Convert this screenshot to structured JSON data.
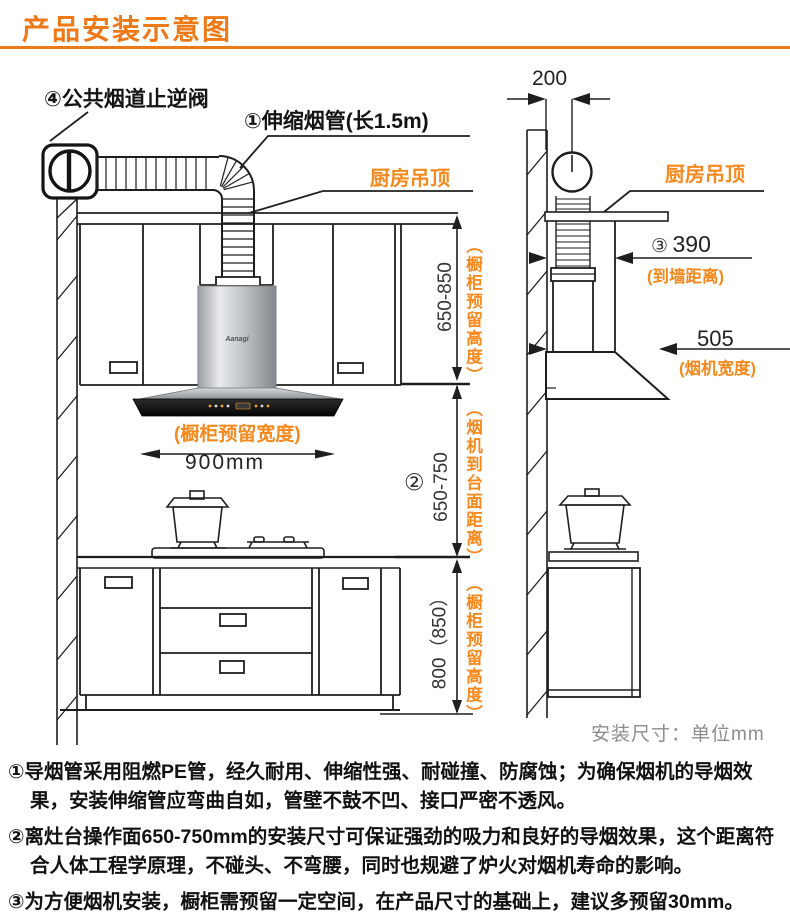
{
  "page": {
    "title": "产品安装示意图",
    "accent_color": "#ee7918",
    "label_orange": "#f6891e",
    "note_gray": "#8d8d8d"
  },
  "diagram": {
    "callouts": {
      "valve": "④公共烟道止逆阀",
      "duct": "①伸缩烟管(长1.5m)"
    },
    "front_view": {
      "ceiling_label": "厨房吊顶",
      "cabinet_width_note": "(橱柜预留宽度)",
      "cabinet_width_value": "900mm",
      "hood_brand": "Aanagi",
      "dims": [
        {
          "value": "650-850",
          "note": "（橱柜预留高度）"
        },
        {
          "value": "650-750",
          "note": "（烟机到台面距离）",
          "marker": "②"
        },
        {
          "value": "800（850）",
          "note": "（橱柜预留高度）"
        }
      ]
    },
    "side_view": {
      "ceiling_label": "厨房吊顶",
      "duct_width": "200",
      "wall_distance": {
        "marker": "③",
        "value": "390",
        "note": "(到墙距离)"
      },
      "hood_width": {
        "value": "505",
        "note": "(烟机宽度)"
      }
    },
    "units_note": "安装尺寸：单位mm"
  },
  "notes": [
    "①导烟管采用阻燃PE管，经久耐用、伸缩性强、耐碰撞、防腐蚀；为确保烟机的导烟效果，安装伸缩管应弯曲自如，管壁不鼓不凹、接口严密不透风。",
    "②离灶台操作面650-750mm的安装尺寸可保证强劲的吸力和良好的导烟效果，这个距离符合人体工程学原理，不碰头、不弯腰，同时也规避了炉火对烟机寿命的影响。",
    "③为方便烟机安装，橱柜需预留一定空间，在产品尺寸的基础上，建议多预留30mm。"
  ]
}
